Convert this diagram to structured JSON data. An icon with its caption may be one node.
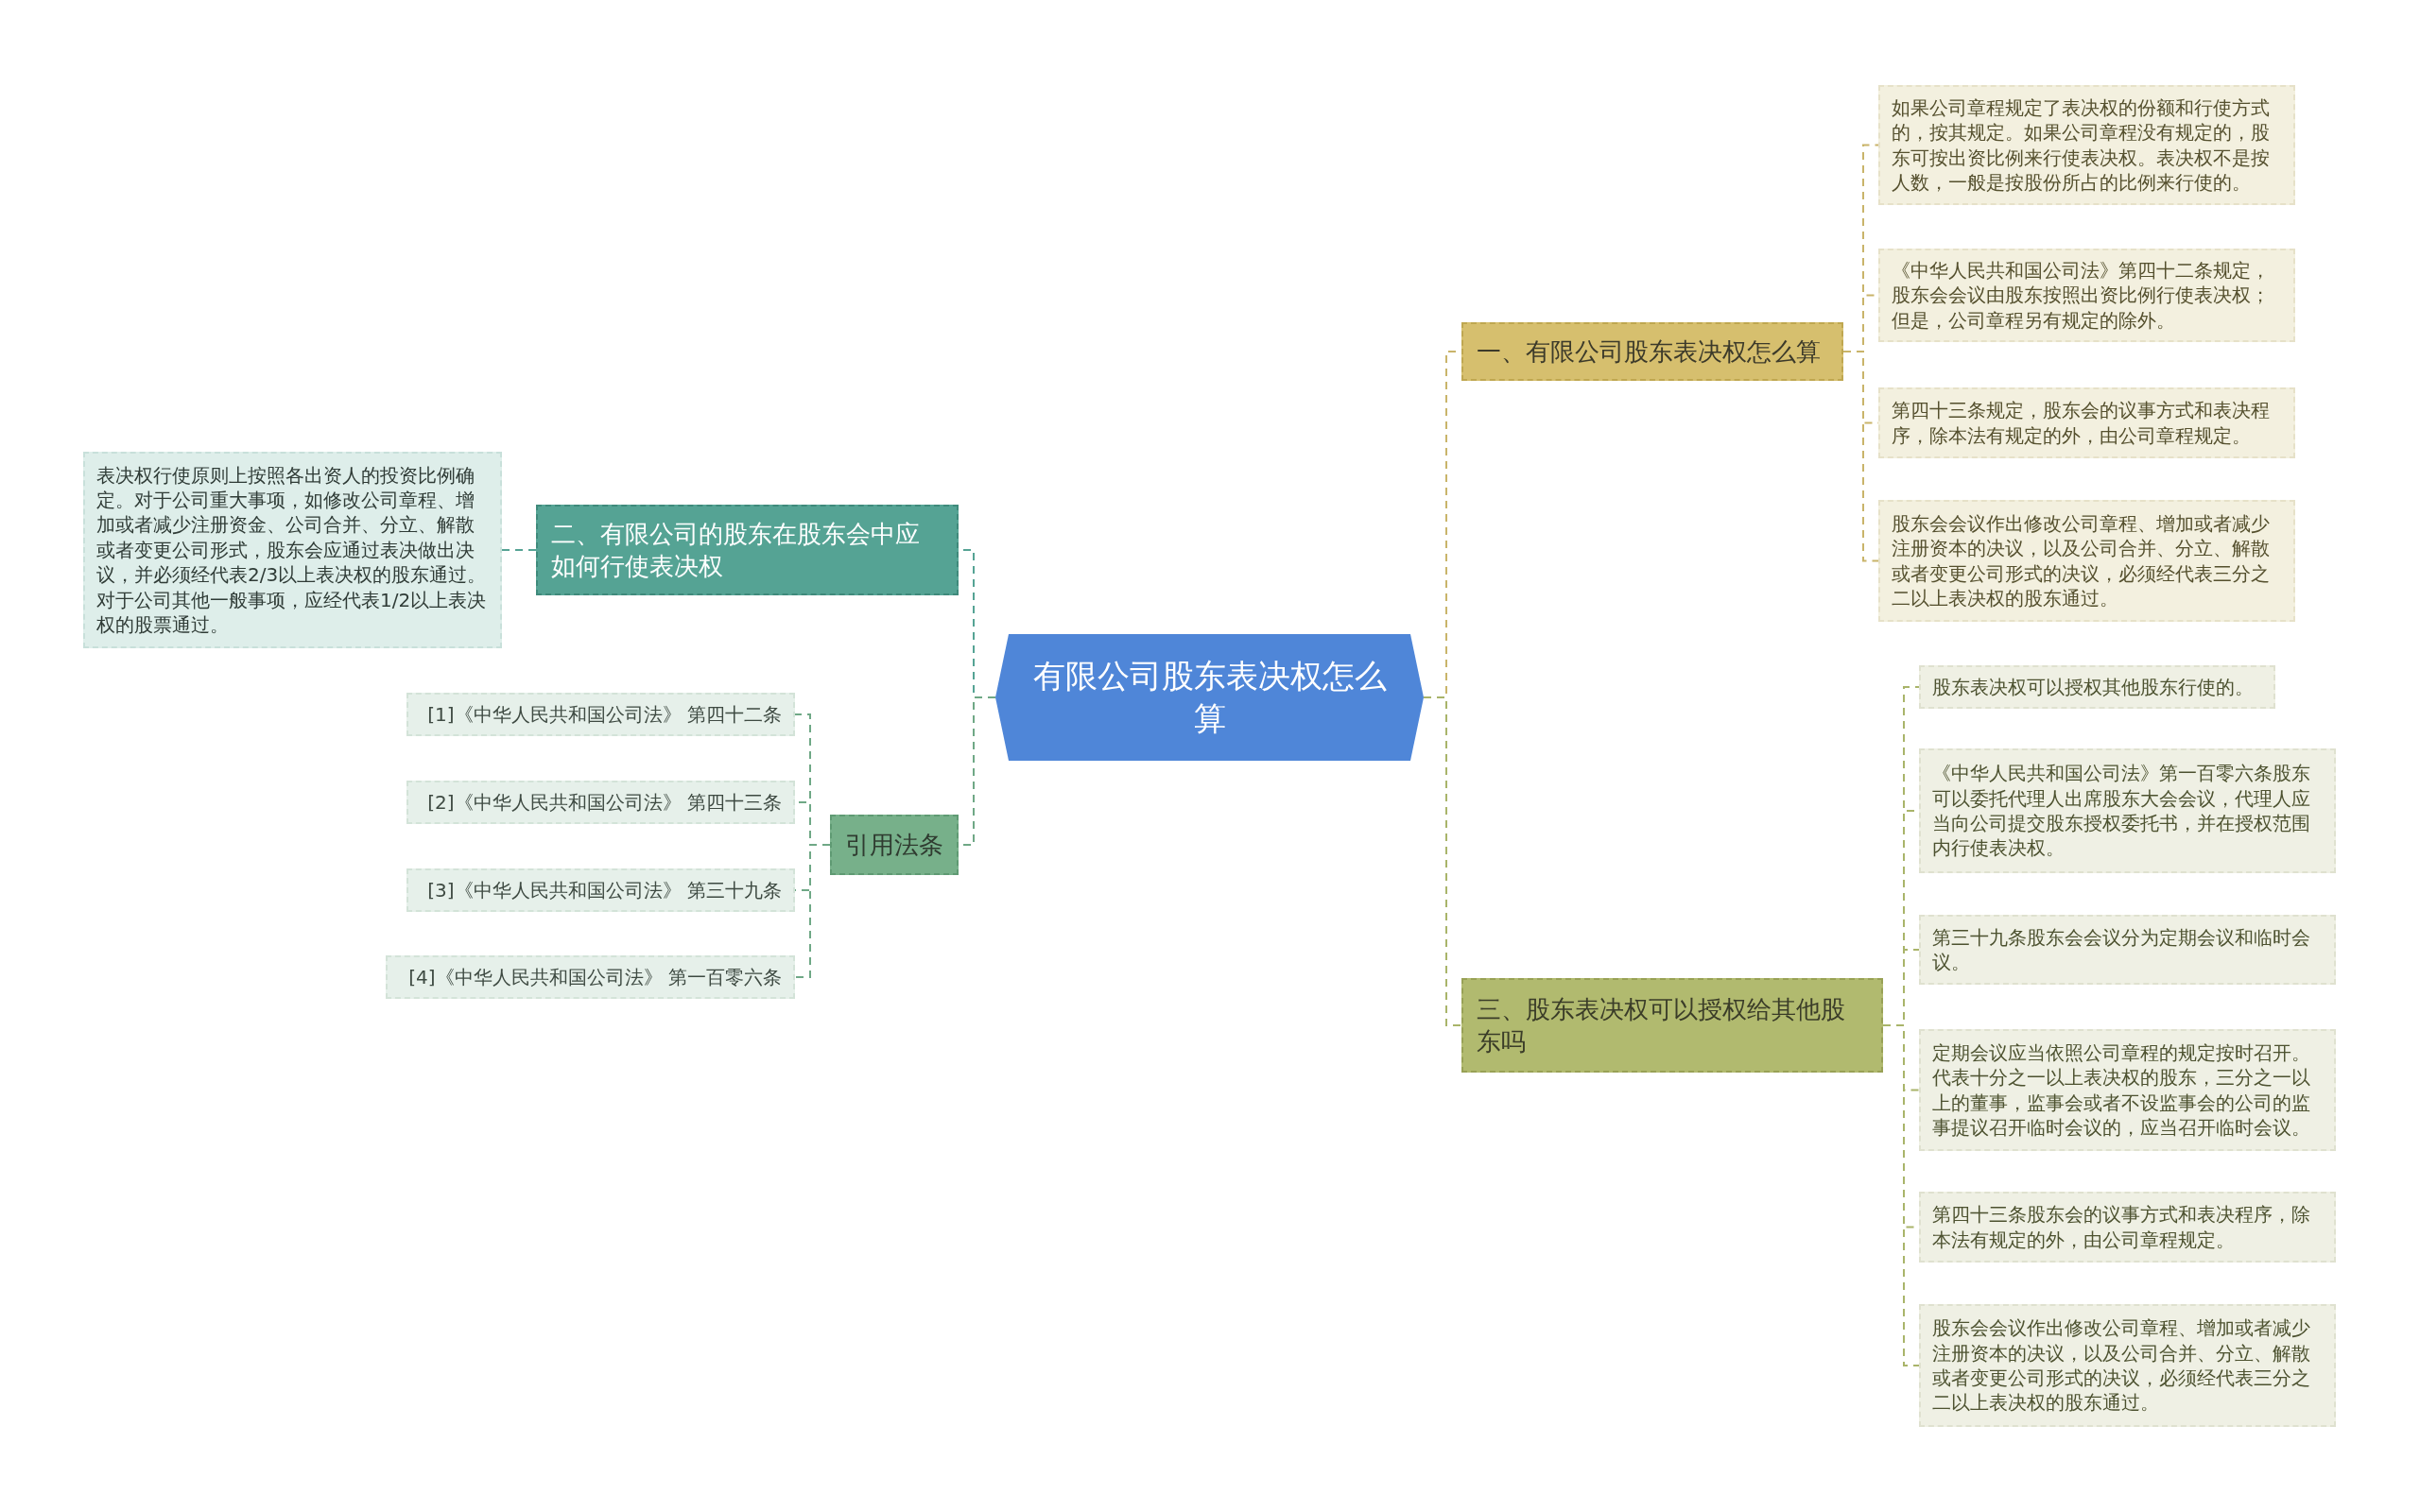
{
  "diagram": {
    "nodes": [
      {
        "text": [
          "有限公司股东表决权怎么算"
        ]
      },
      {
        "text": [
          "一、有限公司股东表决权怎么算"
        ]
      },
      {
        "text": [
          "如果公司章程规定了表决权的份额和行使方式的，按其规定。如果公司章程没有规定的，股东可按出资比例来行使表决权。表决权不是按人数，一般是按股份所占的比例来行使的。"
        ]
      },
      {
        "text": [
          "《中华人民共和国公司法》第四十二条规定，股东会会议由股东按照出资比例行使表决权；但是，公司章程另有规定的除外。"
        ]
      },
      {
        "text": [
          "第四十三条规定，股东会的议事方式和表决程序，除本法有规定的外，由公司章程规定。"
        ]
      },
      {
        "text": [
          "股东会会议作出修改公司章程、增加或者减少注册资本的决议，以及公司合并、分立、解散或者变更公司形式的决议，必须经代表三分之二以上表决权的股东通过。"
        ]
      },
      {
        "text": [
          "三、股东表决权可以授权给其他股东吗"
        ]
      },
      {
        "text": [
          "股东表决权可以授权其他股东行使的。"
        ]
      },
      {
        "text": [
          "《中华人民共和国公司法》第一百零六条股东可以委托代理人出席股东大会会议，代理人应当向公司提交股东授权委托书，并在授权范围内行使表决权。"
        ]
      },
      {
        "text": [
          "第三十九条股东会会议分为定期会议和临时会议。"
        ]
      },
      {
        "text": [
          "定期会议应当依照公司章程的规定按时召开。代表十分之一以上表决权的股东，三分之一以上的董事，监事会或者不设监事会的公司的监事提议召开临时会议的，应当召开临时会议。"
        ]
      },
      {
        "text": [
          "第四十三条股东会的议事方式和表决程序，除本法有规定的外，由公司章程规定。"
        ]
      },
      {
        "text": [
          "股东会会议作出修改公司章程、增加或者减少注册资本的决议，以及公司合并、分立、解散或者变更公司形式的决议，必须经代表三分之二以上表决权的股东通过。"
        ]
      },
      {
        "text": [
          "二、有限公司的股东在股东会中应如何行使表决权"
        ]
      },
      {
        "text": [
          "表决权行使原则上按照各出资人的投资比例确定。对于公司重大事项，如修改公司章程、增加或者减少注册资金、公司合并、分立、解散或者变更公司形式，股东会应通过表决做出决议，并必须经代表2/3以上表决权的股东通过。对于公司其他一般事项，应经代表1/2以上表决权的股票通过。"
        ]
      },
      {
        "text": [
          "引用法条"
        ]
      },
      {
        "text": [
          "[1]《中华人民共和国公司法》 第四十二条"
        ]
      },
      {
        "text": [
          "[2]《中华人民共和国公司法》 第四十三条"
        ]
      },
      {
        "text": [
          "[3]《中华人民共和国公司法》 第三十九条"
        ]
      },
      {
        "text": [
          "[4]《中华人民共和国公司法》 第一百零六条"
        ]
      }
    ],
    "edges": [
      {
        "from": 0,
        "to": 1,
        "arrow": "none",
        "color": "#c9b46a"
      },
      {
        "from": 1,
        "to": 2,
        "arrow": "none",
        "color": "#c9b46a"
      },
      {
        "from": 1,
        "to": 3,
        "arrow": "none",
        "color": "#c9b46a"
      },
      {
        "from": 1,
        "to": 4,
        "arrow": "none",
        "color": "#c9b46a"
      },
      {
        "from": 1,
        "to": 5,
        "arrow": "none",
        "color": "#c9b46a"
      },
      {
        "from": 0,
        "to": 6,
        "arrow": "none",
        "color": "#a9b46a"
      },
      {
        "from": 6,
        "to": 7,
        "arrow": "none",
        "color": "#a9b46a"
      },
      {
        "from": 6,
        "to": 8,
        "arrow": "none",
        "color": "#a9b46a"
      },
      {
        "from": 6,
        "to": 9,
        "arrow": "none",
        "color": "#a9b46a"
      },
      {
        "from": 6,
        "to": 10,
        "arrow": "none",
        "color": "#a9b46a"
      },
      {
        "from": 6,
        "to": 11,
        "arrow": "none",
        "color": "#a9b46a"
      },
      {
        "from": 6,
        "to": 12,
        "arrow": "none",
        "color": "#a9b46a"
      },
      {
        "from": 0,
        "to": 13,
        "arrow": "none",
        "color": "#55a394"
      },
      {
        "from": 13,
        "to": 14,
        "arrow": "none",
        "color": "#55a394"
      },
      {
        "from": 0,
        "to": 15,
        "arrow": "none",
        "color": "#6fa886"
      },
      {
        "from": 15,
        "to": 16,
        "arrow": "none",
        "color": "#6fa886"
      },
      {
        "from": 15,
        "to": 17,
        "arrow": "none",
        "color": "#6fa886"
      },
      {
        "from": 15,
        "to": 18,
        "arrow": "none",
        "color": "#6fa886"
      },
      {
        "from": 15,
        "to": 19,
        "arrow": "none",
        "color": "#6fa886"
      }
    ]
  }
}
